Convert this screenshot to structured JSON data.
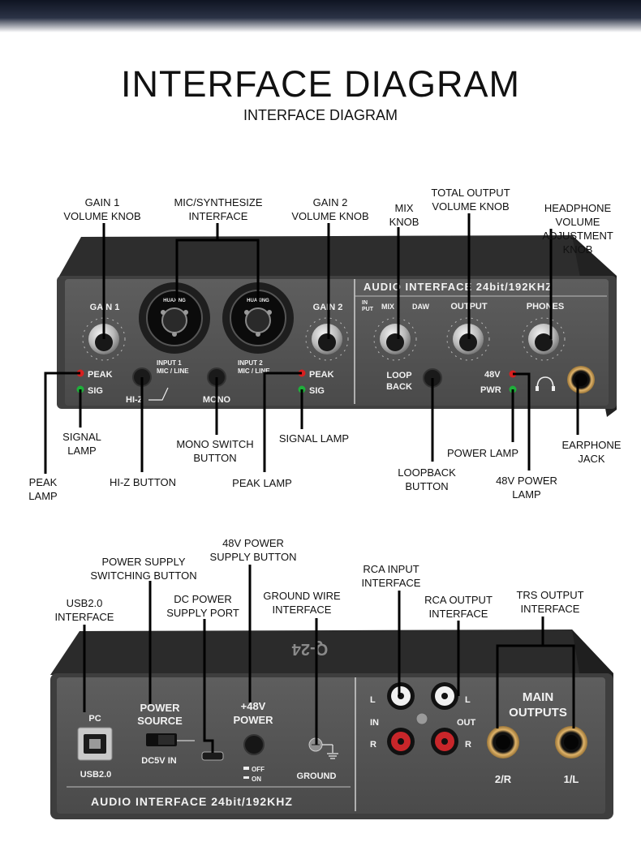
{
  "title": "INTERFACE DIAGRAM",
  "subtitle": "INTERFACE DIAGRAM",
  "front_panel": {
    "brand_label": "AUDIO INTERFACE  24bit/192KHZ",
    "gain1": "GAIN 1",
    "gain2": "GAIN 2",
    "xlr_brand": "HUAXING",
    "input1": "INPUT 1",
    "input1_sub": "MIC / LINE",
    "input2": "INPUT 2",
    "input2_sub": "MIC / LINE",
    "peak": "PEAK",
    "sig": "SIG",
    "hiz": "HI-Z",
    "mono": "MONO",
    "mix_in": "IN",
    "mix_put": "PUT",
    "mix": "MIX",
    "daw": "DAW",
    "output": "OUTPUT",
    "phones": "PHONES",
    "loop": "LOOP",
    "back": "BACK",
    "v48": "48V",
    "pwr": "PWR",
    "headphone_symbol": "headphone-icon"
  },
  "front_callouts": {
    "gain1_knob": "GAIN 1\nVOLUME KNOB",
    "mic_interface": "MIC/SYNTHESIZE\nINTERFACE",
    "gain2_knob": "GAIN 2\nVOLUME KNOB",
    "mix_knob": "MIX\nKNOB",
    "total_output_knob": "TOTAL OUTPUT\nVOLUME KNOB",
    "headphone_knob": "HEADPHONE VOLUME\nADJUSTMENT KNOB",
    "signal_lamp_left": "SIGNAL\nLAMP",
    "peak_lamp_left": "PEAK\nLAMP",
    "hiz_button": "HI-Z BUTTON",
    "mono_button": "MONO SWITCH\nBUTTON",
    "peak_lamp_right": "PEAK LAMP",
    "signal_lamp_right": "SIGNAL LAMP",
    "loopback_button": "LOOPBACK\nBUTTON",
    "power_lamp": "POWER LAMP",
    "v48_power_lamp": "48V POWER\nLAMP",
    "earphone_jack": "EARPHONE\nJACK"
  },
  "rear_panel": {
    "top_print": "Q-24",
    "pc": "PC",
    "usb": "USB2.0",
    "power_source_1": "POWER",
    "power_source_2": "SOURCE",
    "dc5v": "DC5V IN",
    "p48_1": "+48V",
    "p48_2": "POWER",
    "off": "OFF",
    "on": "ON",
    "ground": "GROUND",
    "rca_l": "L",
    "rca_r": "R",
    "rca_in": "IN",
    "rca_out": "OUT",
    "main1": "MAIN",
    "main2": "OUTPUTS",
    "out_2r": "2/R",
    "out_1l": "1/L",
    "brand_label": "AUDIO INTERFACE  24bit/192KHZ"
  },
  "rear_callouts": {
    "usb_interface": "USB2.0\nINTERFACE",
    "power_switch": "POWER SUPPLY\nSWITCHING BUTTON",
    "dc_port": "DC POWER\nSUPPLY PORT",
    "p48_button": "48V POWER\nSUPPLY BUTTON",
    "ground_wire": "GROUND WIRE\nINTERFACE",
    "rca_input": "RCA INPUT\nINTERFACE",
    "rca_output": "RCA OUTPUT\nINTERFACE",
    "trs_output": "TRS OUTPUT\nINTERFACE"
  },
  "colors": {
    "device_body": "#3b3b3b",
    "device_face": "#575757",
    "peak_led": "#d62020",
    "sig_led": "#1fae3a",
    "rca_red": "#c8262a",
    "jack_gold": "#b8893a"
  }
}
